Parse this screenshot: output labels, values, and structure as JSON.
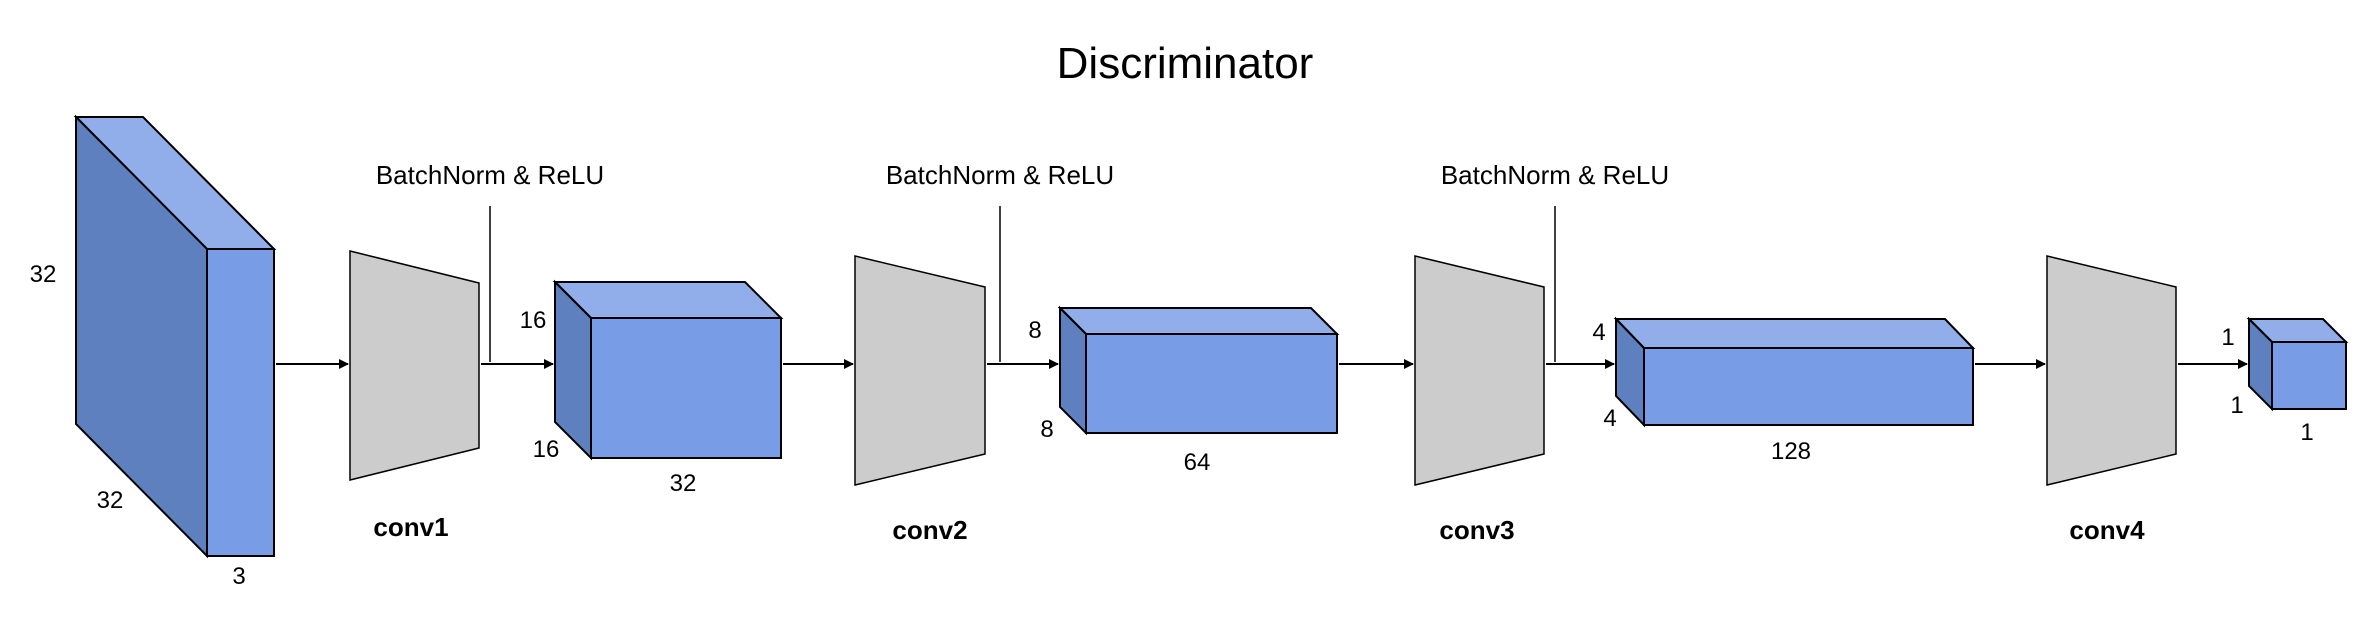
{
  "title": "Discriminator",
  "colors": {
    "block_top": "#91aeea",
    "block_front": "#789de6",
    "block_side": "#5f80be",
    "conv_fill": "#cccccc",
    "line": "#000000"
  },
  "blocks": [
    {
      "height": "32",
      "depth": "32",
      "width": "3"
    },
    {
      "height": "16",
      "depth": "16",
      "width": "32"
    },
    {
      "height": "8",
      "depth": "8",
      "width": "64"
    },
    {
      "height": "4",
      "depth": "4",
      "width": "128"
    },
    {
      "height": "1",
      "depth": "1",
      "width": "1"
    }
  ],
  "convs": [
    {
      "label": "conv1",
      "annotation": "BatchNorm & ReLU"
    },
    {
      "label": "conv2",
      "annotation": "BatchNorm & ReLU"
    },
    {
      "label": "conv3",
      "annotation": "BatchNorm & ReLU"
    },
    {
      "label": "conv4",
      "annotation": ""
    }
  ]
}
